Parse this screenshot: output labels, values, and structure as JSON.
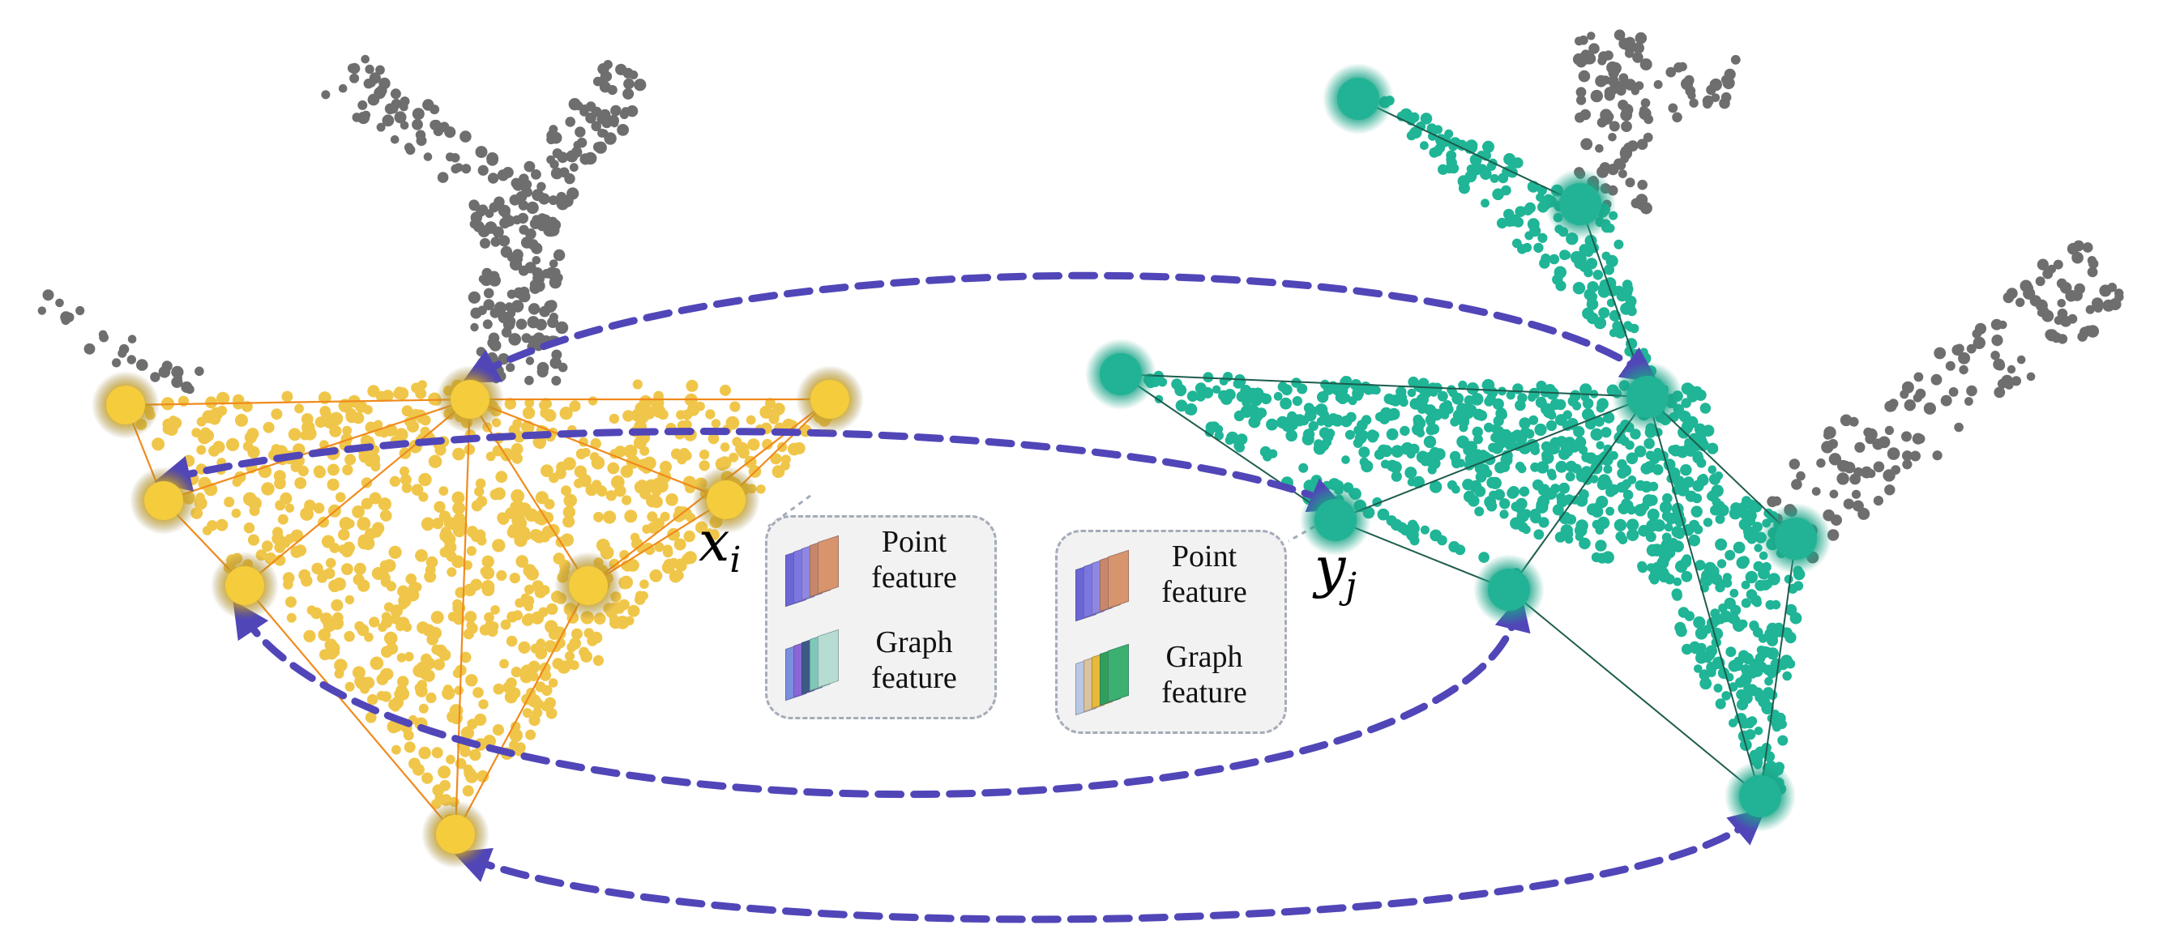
{
  "labels": {
    "source_keypoint": "x",
    "source_keypoint_sub": "i",
    "target_keypoint": "y",
    "target_keypoint_sub": "j"
  },
  "feature_boxes": [
    {
      "line1": "Point",
      "line2": "feature",
      "line3": "Graph",
      "line4": "feature"
    },
    {
      "line1": "Point",
      "line2": "feature",
      "line3": "Graph",
      "line4": "feature"
    }
  ],
  "colors": {
    "source_points": "#f0c64a",
    "source_keypoints": "#f5cc3c",
    "source_edges": "#f08a1c",
    "target_points": "#1fb596",
    "target_keypoints": "#22b396",
    "target_edges": "#1d5c4d",
    "background_points": "#6e6e6e",
    "correspondence_arrows": "#5146b8"
  },
  "icons": [
    "point-feature-stack-icon",
    "graph-feature-stack-icon"
  ]
}
